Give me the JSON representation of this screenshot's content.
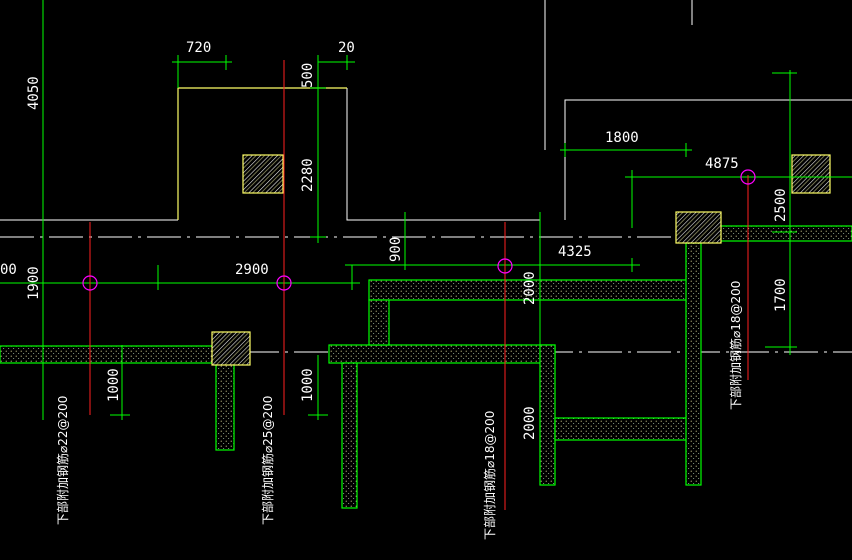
{
  "colors": {
    "background": "#000000",
    "dimension_lines": "#00ff00",
    "outline_yellow": "#ffff66",
    "outline_white": "#ffffff",
    "section_line_red": "#ff2020",
    "marker_magenta": "#ff00ff"
  },
  "dimensions": {
    "d4050": "4050",
    "d720": "720",
    "d20": "20",
    "d500": "500",
    "d2280": "2280",
    "d1800": "1800",
    "d4875": "4875",
    "d2500": "2500",
    "d900": "900",
    "d4325": "4325",
    "d2900": "2900",
    "d1900": "1900",
    "d00": "00",
    "d2000a": "2000",
    "d1700": "1700",
    "d1000a": "1000",
    "d1000b": "1000",
    "d2000b": "2000"
  },
  "notes": {
    "note1": "下部附加钢筋⌀22@200",
    "note2": "下部附加钢筋⌀25@200",
    "note3": "下部附加钢筋⌀18@200",
    "note4": "下部附加钢筋⌀18@200"
  }
}
